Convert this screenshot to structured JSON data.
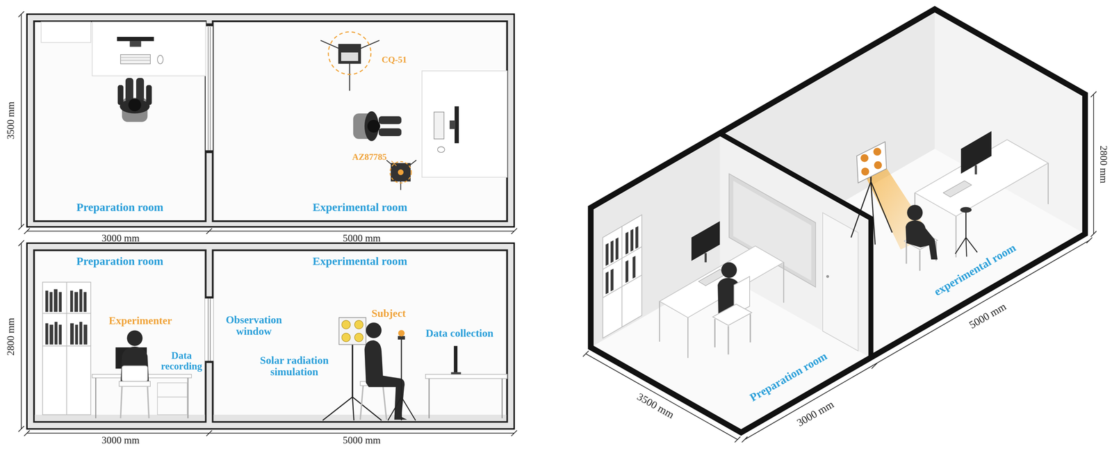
{
  "diagram": {
    "nodes": [
      {
        "text": [
          "Preparation room"
        ]
      },
      {
        "text": [
          "Experimental room"
        ]
      },
      {
        "text": [
          "Preparation room"
        ]
      },
      {
        "text": [
          "Experimental room"
        ]
      }
    ],
    "labels": [
      "CQ-51",
      "AZ87785",
      "3500 mm",
      "3000 mm",
      "5000 mm",
      "Experimenter",
      "Data recording",
      "Observation window",
      "Solar radiation simulation",
      "Subject",
      "Data collection",
      "2800 mm",
      "3000 mm",
      "5000 mm",
      "Preparation room",
      "experimental room",
      "3500 mm",
      "3000 mm",
      "5000 mm",
      "2800 mm"
    ]
  }
}
